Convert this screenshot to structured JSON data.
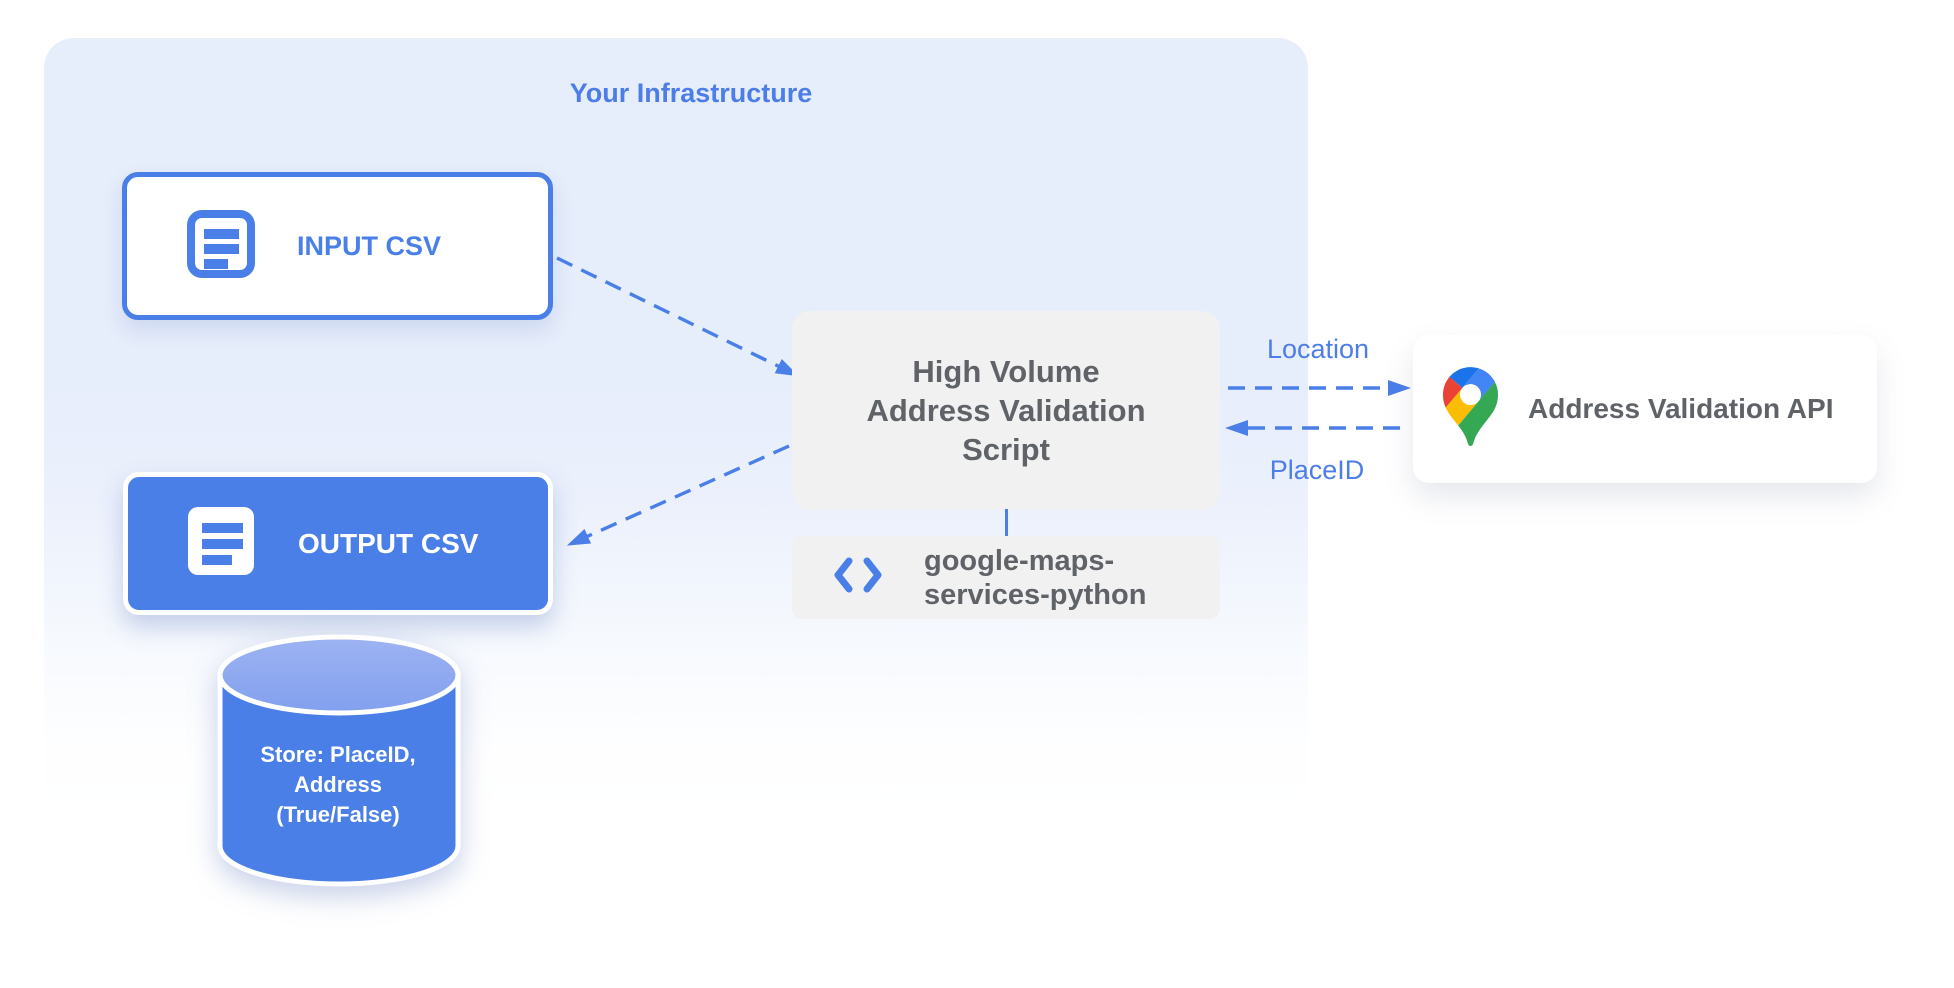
{
  "diagram": {
    "title": "Your Infrastructure",
    "nodes": {
      "input_csv": {
        "label": "INPUT CSV"
      },
      "output_csv": {
        "label": "OUTPUT CSV"
      },
      "datastore": {
        "line1": "Store: PlaceID,",
        "line2": "Address",
        "line3": "(True/False)"
      },
      "script": {
        "line1": "High Volume",
        "line2": "Address Validation",
        "line3": "Script"
      },
      "library": {
        "line1": "google-maps-",
        "line2": "services-python"
      },
      "api": {
        "label": "Address Validation API"
      }
    },
    "edges": {
      "script_to_api_label": "Location",
      "api_to_script_label": "PlaceID"
    },
    "colors": {
      "accent_blue": "#4A7FE8",
      "edge_label_blue": "#4D7DE8",
      "title_blue": "#4C7DE9",
      "text_gray": "#5F6368",
      "panel_gray": "#F1F1F2",
      "container_blue": "#E6EDFB",
      "cylinder_top_blue": "#8FA7EE",
      "maps_pin_red": "#EA4335",
      "maps_pin_blue_dark": "#1A73E8",
      "maps_pin_blue": "#4285F4",
      "maps_pin_yellow": "#FBBC04",
      "maps_pin_green": "#34A853"
    }
  }
}
